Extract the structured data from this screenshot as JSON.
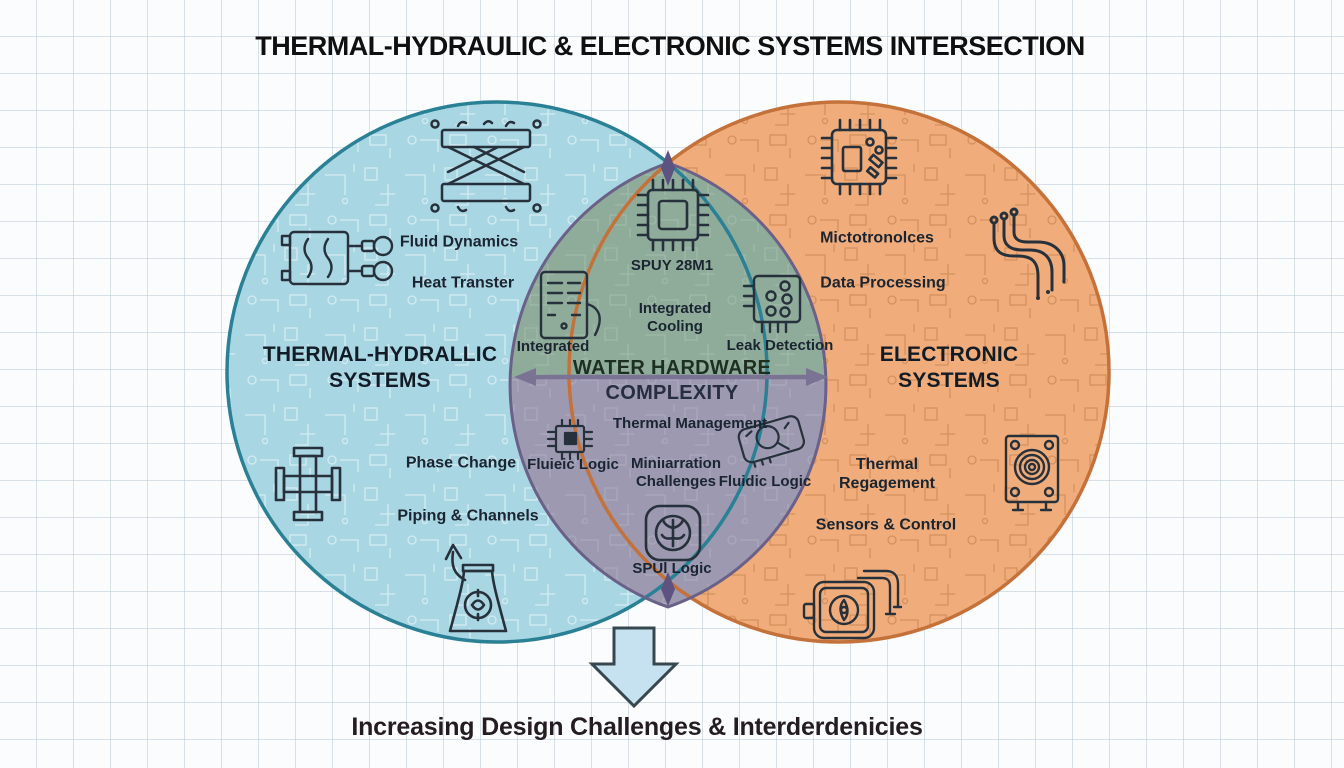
{
  "title": "THERMAL-HYDRAULIC & ELECTRONIC SYSTEMS INTERSECTION",
  "bottom_caption": "Increasing Design Challenges & Interderdenicies",
  "left_circle": {
    "title": "THERMAL-HYDRALLIC\nSYSTEMS",
    "fluid_dynamics": "Fluid Dynamics",
    "heat_transfer": "Heat Transter",
    "phase_change": "Phase Change",
    "piping_channels": "Piping & Channels"
  },
  "intersection": {
    "chip_label": "SPUY 28M1",
    "integrated": "Integrated",
    "integrated_cooling": "Integrated\nCooling",
    "leak_detection": "Leak Detection",
    "axis_top": "WATER HARDWARE",
    "axis_bottom": "COMPLEXITY",
    "thermal_management": "Thermal Management",
    "fluieic_logic": "Fluieic Logic",
    "miniaturization_challenges": "Miniıarration\nChallenges",
    "fluidic_logic": "Fluidic Logic",
    "spul_logic": "SPUl Logic"
  },
  "right_circle": {
    "title": "ELECTRONIC\nSYSTEMS",
    "microelectronics": "Mictotronolces",
    "data_processing": "Data Processing",
    "thermal_management": "Thermal\nRegagement",
    "sensors_control": "Sensors & Control"
  },
  "icons": {
    "left": [
      "heat-exchanger-x-icon",
      "plate-heat-exchanger-icon",
      "pipe-cross-icon",
      "cooling-tower-arrow-icon"
    ],
    "center": [
      "cpu-chip-icon",
      "server-rack-icon",
      "leak-detection-chip-icon",
      "logic-chip-icon",
      "board-magnifier-icon",
      "fan-box-icon"
    ],
    "right": [
      "mcu-chip-icon",
      "pcb-traces-icon",
      "speaker-sensor-icon",
      "pump-motor-icon"
    ],
    "markers": [
      "down-diamond-marker",
      "up-diamond-marker",
      "horizontal-double-arrow",
      "big-down-arrow"
    ]
  },
  "colors": {
    "title": "#101010",
    "text": "#1b2531",
    "caption": "#241c20",
    "ink": "#27313c",
    "left_fill": "#a9d6e3",
    "left_stroke": "#2a8094",
    "right_fill": "#f0ad7b",
    "right_stroke": "#c4713a",
    "lens_top": "#8fac9a",
    "lens_bottom": "#9c99b0",
    "lens_stroke": "#6b6188",
    "axis_arrow": "#7b7394",
    "big_arrow_fill": "#c6e1ef",
    "big_arrow_stroke": "#37474f"
  }
}
